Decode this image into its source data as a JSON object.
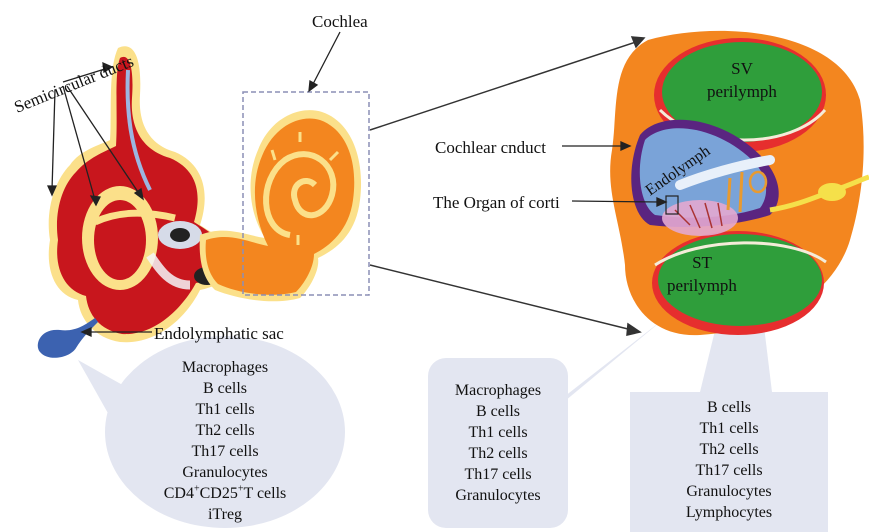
{
  "labels": {
    "semicircular_ducts": "Semicircular ducts",
    "cochlea": "Cochlea",
    "endolymphatic_sac": "Endolymphatic sac",
    "cochlear_duct": "Cochlear cnduct",
    "organ_of_corti": "The Organ of corti",
    "sv_line1": "SV",
    "sv_line2": "perilymph",
    "st_line1": "ST",
    "st_line2": "perilymph",
    "endolymph": "Endolymph"
  },
  "cell_lists": {
    "endolymphatic_sac": {
      "items": [
        "Macrophages",
        "B cells",
        "Th1 cells",
        "Th2 cells",
        "Th17 cells",
        "Granulocytes"
      ],
      "treg": {
        "cd4": "CD4",
        "plus1": "+",
        "cd25": "CD25",
        "plus2": "+",
        "tcells": "T cells"
      },
      "last": "iTreg"
    },
    "perilymph": {
      "items": [
        "Macrophages",
        "B cells",
        "Th1 cells",
        "Th2 cells",
        "Th17 cells",
        "Granulocytes"
      ]
    },
    "organ_of_corti": {
      "items": [
        "B cells",
        "Th1 cells",
        "Th2 cells",
        "Th17 cells",
        "Granulocytes",
        "Lymphocytes"
      ]
    }
  },
  "colors": {
    "vestibule_red": "#c8161d",
    "outline_yellow": "#fbe08a",
    "cochlea_orange": "#f3861f",
    "sv_green": "#2f9e3b",
    "endolymph_blue": "#7aa3d8",
    "callout_fill": "#e3e6f1",
    "sac_blue": "#3c62b0"
  }
}
